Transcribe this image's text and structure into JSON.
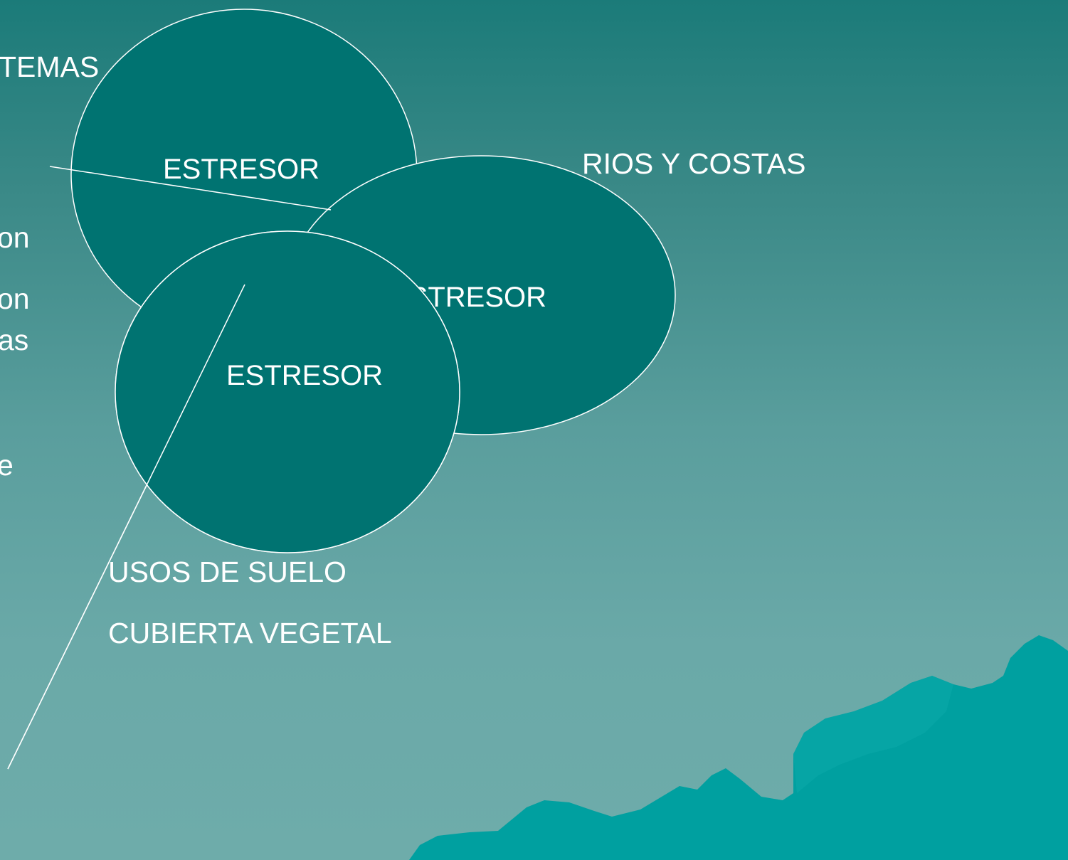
{
  "colors": {
    "bubble_fill": "#007371",
    "stroke": "#ffffff",
    "mountain": "#00a0a0",
    "text": "#ffffff"
  },
  "bubbles": {
    "top": "ESTRESOR",
    "right": "ESTRESOR",
    "front": "ESTRESOR"
  },
  "labels": {
    "rios_y_costas": "RIOS Y COSTAS",
    "usos_de_suelo": "USOS DE SUELO",
    "cubierta_vegetal": "CUBIERTA VEGETAL",
    "cut_temas": "TEMAS",
    "cut_on_1": "on",
    "cut_on_2": "on",
    "cut_as": "as",
    "cut_e": "e"
  }
}
